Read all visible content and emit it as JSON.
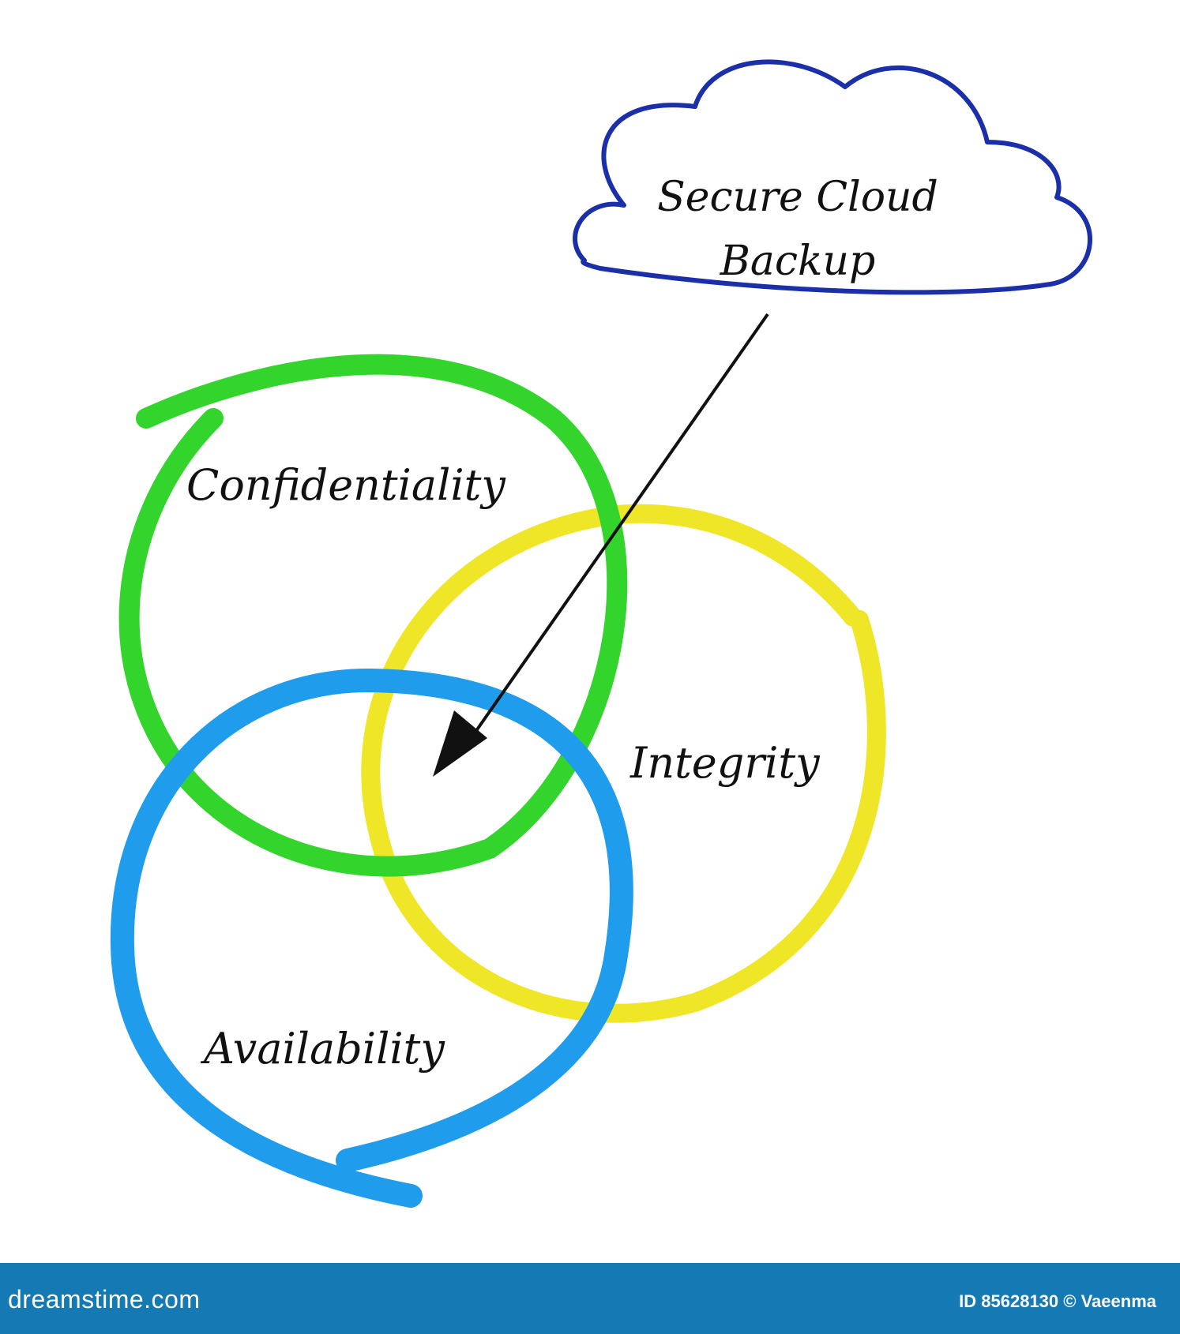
{
  "diagram": {
    "cloud": {
      "line1": "Secure Cloud",
      "line2": "Backup",
      "color": "#1a2fa8"
    },
    "circles": [
      {
        "label": "Confidentiality",
        "color": "#33d42c"
      },
      {
        "label": "Integrity",
        "color": "#f0e628"
      },
      {
        "label": "Availability",
        "color": "#1f9ceb"
      }
    ],
    "arrow_color": "#111111"
  },
  "footer": {
    "site": "dreamstime.com",
    "id_text": "ID 85628130 © Vaeenma",
    "background": "#157ab4"
  }
}
